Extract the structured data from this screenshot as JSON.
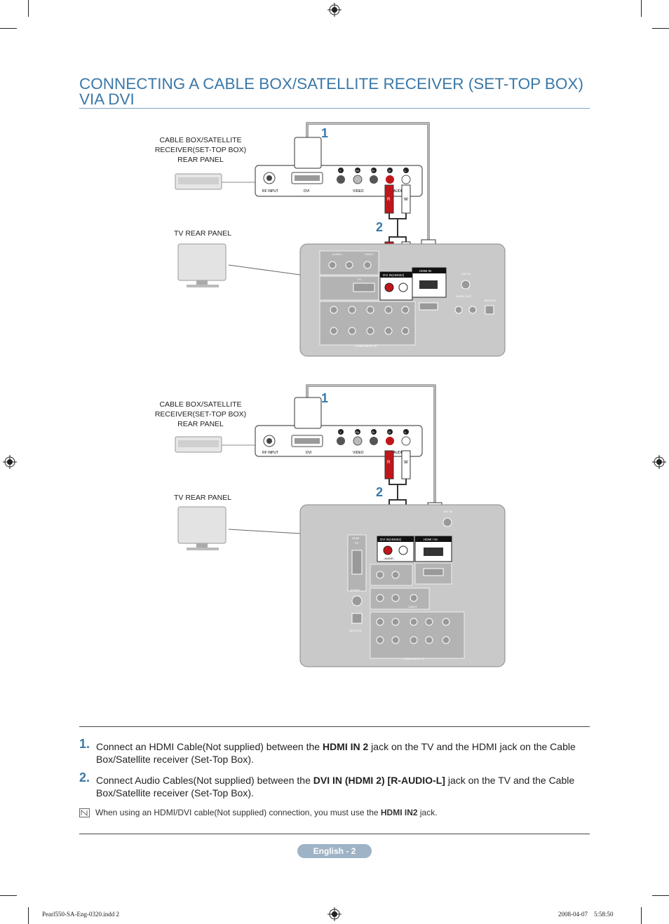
{
  "title": "CONNECTING A CABLE BOX/SATELLITE RECEIVER (SET-TOP BOX) VIA DVI",
  "diagrams": [
    {
      "stb_label_lines": [
        "CABLE BOX/SATELLITE",
        "RECEIVER(SET-TOP BOX)",
        "REAR PANEL"
      ],
      "tv_label": "TV REAR PANEL",
      "callout_1": "1",
      "callout_2": "2",
      "stb_ports": {
        "rf": "RF INPUT",
        "dvi": "DVI",
        "video": "VIDEO",
        "audio": "AUDIO",
        "y": "Y",
        "pb": "Pb",
        "pr": "Pr",
        "r": "R",
        "l": "L"
      },
      "plug_r": "R",
      "plug_w": "W",
      "tv_ports": {
        "hdmi_in": "HDMI IN",
        "dvi_in": "DVI IN(HDMI2)",
        "audio": "AUDIO",
        "video": "VIDEO",
        "pc": "PC",
        "ant_in": "ANT IN",
        "audio_out": "AUDIO OUT",
        "service": "SERVICE",
        "component_in": "COMPONENT IN",
        "audio_lr": "- AUDIO -"
      }
    },
    {
      "stb_label_lines": [
        "CABLE BOX/SATELLITE",
        "RECEIVER(SET-TOP BOX)",
        "REAR PANEL"
      ],
      "tv_label": "TV REAR PANEL",
      "callout_1": "1",
      "callout_2": "2",
      "stb_ports": {
        "rf": "RF INPUT",
        "dvi": "DVI",
        "video": "VIDEO",
        "audio": "AUDIO",
        "y": "Y",
        "pb": "Pb",
        "pr": "Pr",
        "r": "R",
        "l": "L"
      },
      "plug_r": "R",
      "plug_w": "W",
      "tv_ports": {
        "hdmi_in": "HDMI I IN",
        "dvi_in": "DVI IN(HDMI2)",
        "hdmi": "HDMI",
        "pc": "PC",
        "audio": "AUDIO",
        "ant_in": "ANT IN",
        "service": "SERVICE",
        "video": "VIDEO",
        "component_in": "COMPONENT IN",
        "audio_lr": "- AUDIO -"
      }
    }
  ],
  "steps": [
    {
      "number": "1.",
      "text_before": "Connect an HDMI Cable(Not supplied) between the ",
      "bold": "HDMI IN 2",
      "text_after": " jack on the TV and the HDMI jack on the Cable Box/Satellite receiver (Set-Top Box)."
    },
    {
      "number": "2.",
      "text_before": "Connect Audio Cables(Not supplied) between the ",
      "bold": "DVI IN (HDMI 2) [R-AUDIO-L]",
      "text_after": " jack on the TV and the Cable Box/Satellite receiver (Set-Top Box)."
    }
  ],
  "note": {
    "text_before": "When using an HDMI/DVI cable(Not supplied) connection, you must use the ",
    "bold": "HDMI IN2",
    "text_after": " jack.",
    "icon": "note-icon"
  },
  "page_label": "English - 2",
  "footer": {
    "file": "Pearl550-SA-Eng-0320.indd   2",
    "date": "2008-04-07      5:58:50"
  },
  "colors": {
    "accent": "#3a78a8",
    "panel": "#c9c9c9",
    "badge": "#9fb3c6",
    "red_plug": "#c0161b"
  }
}
